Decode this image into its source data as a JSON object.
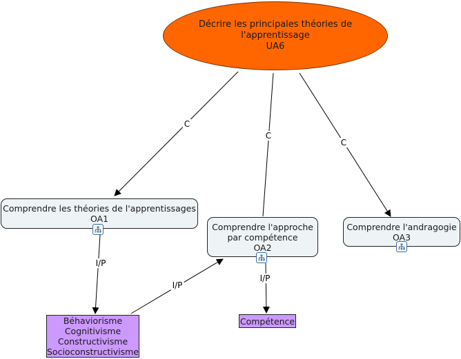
{
  "root": {
    "line1": "Décrire les principales théories de l'apprentissage",
    "line2": "UA6",
    "color": "#ff6600"
  },
  "concepts": [
    {
      "id": "oa1",
      "line1": "Comprendre les théories de l'apprentissages",
      "line2": "OA1",
      "icon": "submap-icon"
    },
    {
      "id": "oa2",
      "line1": "Comprendre l'approche",
      "line2": "par compétence",
      "line3": "OA2",
      "icon": "submap-icon"
    },
    {
      "id": "oa3",
      "line1": "Comprendre l'andragogie",
      "line2": "OA3",
      "icon": "submap-icon"
    }
  ],
  "leaves": [
    {
      "id": "theories",
      "items": [
        "Béhaviorisme",
        "Cognitivisme",
        "Constructivisme",
        "Socioconstructivisme"
      ],
      "color": "#cc99ff"
    },
    {
      "id": "competence",
      "items": [
        "Compétence"
      ],
      "color": "#cc99ff"
    }
  ],
  "links": [
    {
      "from": "root",
      "to": "oa1",
      "label": "C"
    },
    {
      "from": "root",
      "to": "oa2",
      "label": "C"
    },
    {
      "from": "root",
      "to": "oa3",
      "label": "C"
    },
    {
      "from": "oa1",
      "to": "theories",
      "label": "I/P"
    },
    {
      "from": "theories",
      "to": "oa2",
      "label": "I/P"
    },
    {
      "from": "oa2",
      "to": "competence",
      "label": "I/P"
    }
  ]
}
